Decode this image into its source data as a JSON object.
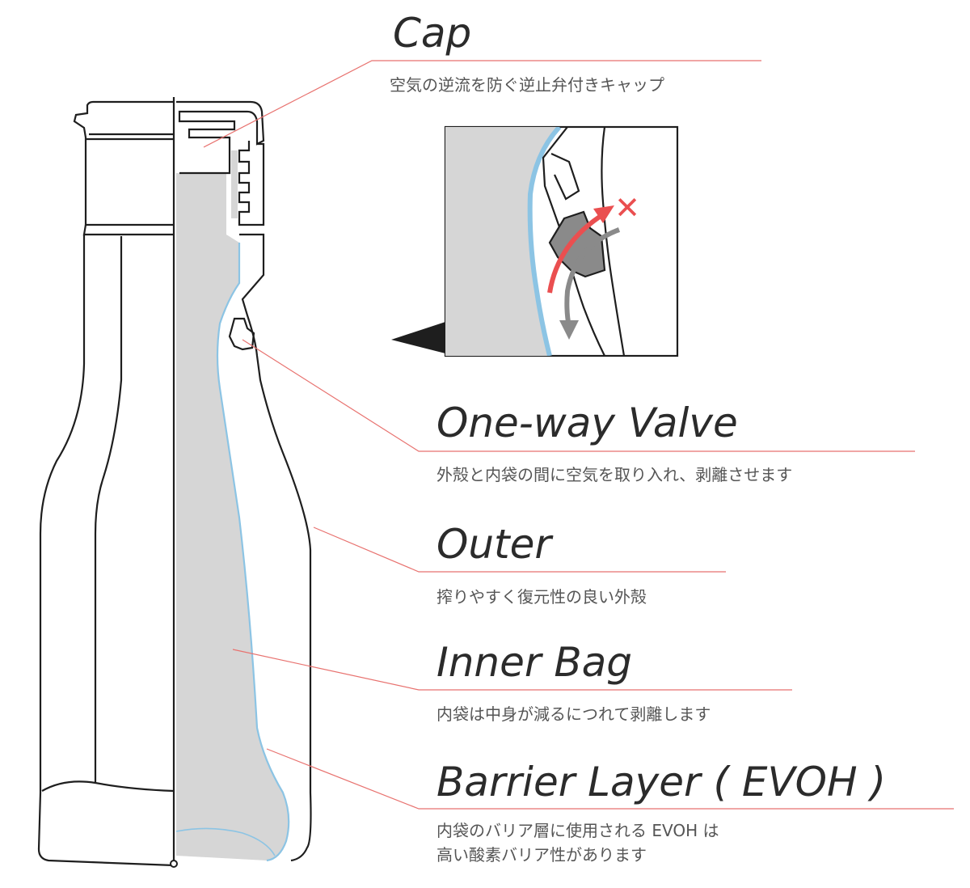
{
  "colors": {
    "leader": "#e8726f",
    "outline": "#1e1e1e",
    "inner_fill": "#d6d6d6",
    "barrier": "#8cc4e4",
    "arrow_in": "#ea4f50",
    "arrow_out": "#8a8a8a",
    "title_text": "#2b2b2b",
    "desc_text": "#555555"
  },
  "labels": {
    "cap": {
      "title": "Cap",
      "desc": "空気の逆流を防ぐ逆止弁付きキャップ"
    },
    "valve": {
      "title": "One-way Valve",
      "desc": "外殻と内袋の間に空気を取り入れ、剥離させます"
    },
    "outer": {
      "title": "Outer",
      "desc": "搾りやすく復元性の良い外殻"
    },
    "inner": {
      "title": "Inner Bag",
      "desc": "内袋は中身が減るにつれて剥離します"
    },
    "barrier": {
      "title": "Barrier Layer ( EVOH )",
      "desc_line1": "内袋のバリア層に使用される EVOH は",
      "desc_line2": "高い酸素バリア性があります"
    }
  },
  "inset": {
    "blocked_mark": "✕"
  }
}
